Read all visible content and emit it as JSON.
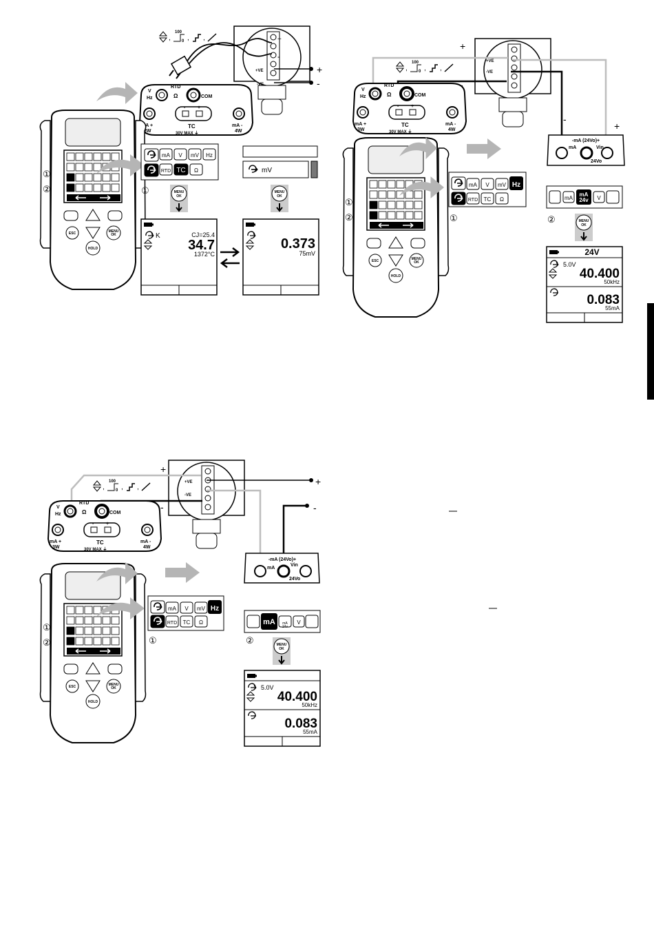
{
  "colors": {
    "ink": "#000000",
    "gray_wire": "#bdbdbd",
    "arrow_gray": "#b5b5b5",
    "panel_fill": "#f2f2f2"
  },
  "terminals": {
    "v_hz_v": "V",
    "v_hz_hz": "Hz",
    "rtd": "RTD",
    "rtd_sym": "Ω",
    "com": "COM",
    "ma_plus": "mA +",
    "w3": "3W",
    "ma_minus": "mA -",
    "w4": "4W",
    "tc": "TC",
    "max": "30V MAX ⏚"
  },
  "transmitter": {
    "plus_ve": "+VE",
    "minus_ve": "-VE",
    "plus": "+",
    "minus": "-"
  },
  "source_strip": {
    "hundred": "100",
    "zero": "0"
  },
  "device_keys": {
    "esc": "ESC",
    "menu_ok": "MENU\nOK",
    "hold": "HOLD",
    "menu": "MENU",
    "ok": "OK"
  },
  "callouts": {
    "one": "①",
    "two": "②"
  },
  "menu_icons": {
    "ma": "mA",
    "v": "V",
    "mv": "mV",
    "hz": "Hz",
    "rtd": "RTD",
    "tc": "TC",
    "ohm": "Ω",
    "ma24": "mA\n24v"
  },
  "tc_screen": {
    "type": "K",
    "cj": "CJ=25.4",
    "value": "34.7",
    "range": "1372°C"
  },
  "mv_select": {
    "label": "mV"
  },
  "mv_screen": {
    "value": "0.373",
    "range": "75mV"
  },
  "loop_block": {
    "header": "-mA (24Vo)+",
    "ma": "mA",
    "vin": "Vin",
    "out": "24Vo",
    "max": "30V MAX ⏚"
  },
  "freq_screen": {
    "title": "24V",
    "setpoint": "5.0V",
    "value": "40.400",
    "range": "50kHz",
    "ma_value": "0.083",
    "ma_range": "55mA"
  },
  "freq_screen2": {
    "setpoint": "5.0V",
    "value": "40.400",
    "range": "50kHz",
    "ma_value": "0.083",
    "ma_range": "55mA"
  }
}
